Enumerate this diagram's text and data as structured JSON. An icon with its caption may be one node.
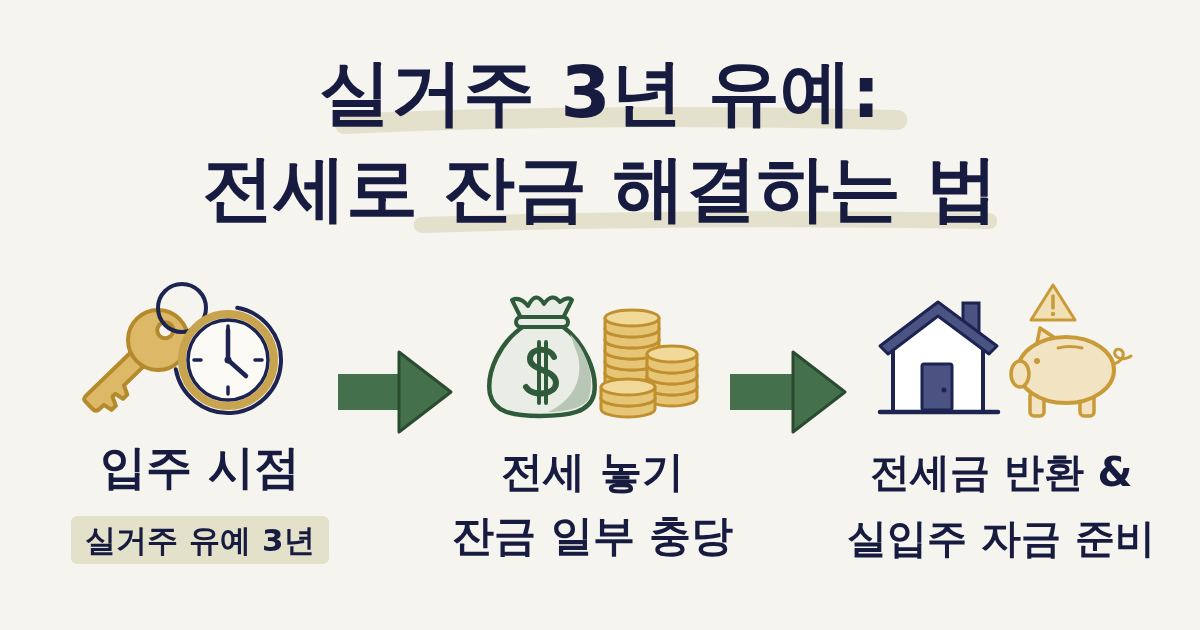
{
  "diagram": {
    "title": "실거주 3년 유예: 전세로 잔금 해결하는 법",
    "nodes": [
      {
        "text": [
          "입주 시점",
          "실거주 유예 3년"
        ]
      },
      {
        "text": [
          "전세 놓기 잔금 일부 충당"
        ]
      },
      {
        "text": [
          "전세금 반환 & 실입주 자금 준비"
        ]
      }
    ],
    "edges": [
      {
        "from": 0,
        "to": 1,
        "arrow": "to"
      },
      {
        "from": 1,
        "to": 2,
        "arrow": "to"
      }
    ]
  }
}
